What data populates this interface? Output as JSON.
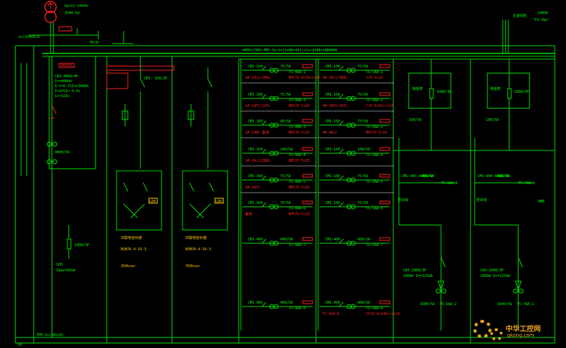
{
  "colors": {
    "background": "#000000",
    "line": "#00e000",
    "text": "#00ff00",
    "red": "#ff2020",
    "white": "#ffffff",
    "yellow": "#ffcc00",
    "watermark": "#e8a020"
  },
  "top": {
    "transformer_label_1": "Dyn11  U4=6%",
    "transformer_label_2": "IP40  Ud",
    "incoming_label": "2x(3x400)A",
    "pe_label": "PE/N",
    "right_current": "2400A",
    "right_label_1": "主进线柜",
    "right_label_2": "\"T4-7AA\""
  },
  "busbar": {
    "label": "400V/230V,TMY-3x(2x(2x80x10))+1x(2x80x10)",
    "current": "4000A"
  },
  "incomer": {
    "breaker_model": "CW3-4000/4P",
    "rated": "In=4000A",
    "setting_1": "Ir1=0.75In=3000A",
    "setting_2": "Isd=5In 0.4s",
    "setting_3": "Ii=12In",
    "ct_label": "4000/5A",
    "fuse_label": "100A/3P",
    "spd_label": "SPD",
    "spd_params": "Imax=65kA",
    "device_tag": "RMS001"
  },
  "capacitor": {
    "feeder_label": "CM1-\n160/3P",
    "bank_1_title": "并联电容补偿",
    "bank_1_model": "BSMJ0.4-16-3",
    "bank_1_rating": "350kvar",
    "bank_2_title": "并联电容补偿",
    "bank_2_model": "BSMJ0.4-16-3",
    "bank_2_rating": "350kvar",
    "ldl_tag": "LDD"
  },
  "feeders_a": [
    {
      "breaker": "CM1-160",
      "ct": "75/5A",
      "tag": "TS-4AA-1",
      "load": "NHYJV-4x35+1x16",
      "desc": "1#-1AL1/1BAL"
    },
    {
      "breaker": "CM1-160",
      "ct": "75/5A",
      "tag": "TS-4AA-2",
      "load": "NHYJV-5x16",
      "desc": "1#-1AP1/1ATL"
    },
    {
      "breaker": "CM1-160",
      "ct": "40/5A",
      "tag": "TS-4AA-3",
      "load": "NHYJV-5x10",
      "desc": "1#-1AW1 备用"
    },
    {
      "breaker": "CM1-160",
      "ct": "100/5A",
      "tag": "TS-4AA-4",
      "load": "NHYJV-5x25",
      "desc": "2#-2AL1/2BAL"
    },
    {
      "breaker": "CM1-160",
      "ct": "75/5A",
      "tag": "TS-4AA-5",
      "load": "NHYJV-5x16",
      "desc": "2#-2AP1"
    },
    {
      "breaker": "CM1-160",
      "ct": "75/5A",
      "tag": "TS-4AA-6",
      "load": "NHYJV-5x16",
      "desc": "备用"
    },
    {
      "breaker": "CM1-400",
      "ct": "400/5A",
      "tag": "TS-4AA-7",
      "load": "",
      "desc": ""
    },
    {
      "breaker": "CM1-400",
      "ct": "400/5A",
      "tag": "TS-4AA-8",
      "load": "",
      "desc": ""
    }
  ],
  "feeders_b": [
    {
      "breaker": "CM1-160",
      "ct": "75/5A",
      "tag": "TS-5AA-1",
      "load": "YJV-5x16",
      "desc": "3#-3AL1/3BAL"
    },
    {
      "breaker": "CM1-160",
      "ct": "75/5A",
      "tag": "TS-5AA-2",
      "load": "YJV-4x35+1x16",
      "desc": "3#-3AP1/3ATL"
    },
    {
      "breaker": "CM1-160",
      "ct": "75/5A",
      "tag": "TS-5AA-3",
      "load": "NHYJV-5x16",
      "desc": "4#-4AL1"
    },
    {
      "breaker": "CM1-160",
      "ct": "100/5A",
      "tag": "TS-5AA-4",
      "load": "",
      "desc": ""
    },
    {
      "breaker": "CM1-160",
      "ct": "75/5A",
      "tag": "TS-5AA-5",
      "load": "",
      "desc": ""
    },
    {
      "breaker": "CM1-160",
      "ct": "75/5A",
      "tag": "TS-5AA-6",
      "load": "",
      "desc": ""
    },
    {
      "breaker": "CM1-400",
      "ct": "400/5A",
      "tag": "TS-5AA-7",
      "load": "",
      "desc": ""
    },
    {
      "breaker": "CM1-400",
      "ct": "400/5A",
      "tag": "TS-5AA-8",
      "load": "2YJV-4x240+1x120",
      "desc": "TS-5AA-8"
    }
  ],
  "panel_1": {
    "box_label": "电度表",
    "fuse": "100A/3P",
    "meter": "100/5A",
    "feeder_breaker": "CM1-400\n400A/3P",
    "feeder_ct": "400/5A",
    "feeder_tag": "T5-6AA-1",
    "feeder_desc": "至出线",
    "main_breaker": "CW3-2000/3P",
    "main_setting": "2000A In=1250A",
    "bottom_ct": "1600/5A",
    "bottom_tag": "T5-6AA-2"
  },
  "panel_2": {
    "box_label": "电度表",
    "fuse": "100A/3P",
    "meter": "100/5A",
    "feeder_breaker": "CM1-400\n400A/3P",
    "feeder_ct": "400/5A",
    "feeder_tag": "T5-7AA-1",
    "feeder_desc": "至出线",
    "main_breaker": "CW3-2000/3P",
    "main_setting": "2000A In=1250A",
    "bottom_ct": "1600/5A",
    "bottom_tag": "T5-7AA-2",
    "right_tag": "DMB"
  },
  "bottom": {
    "label": "TMY-3x(80x10)",
    "pe": "PE"
  },
  "watermark": {
    "title": "中华工控网",
    "url": "gkong.com"
  }
}
